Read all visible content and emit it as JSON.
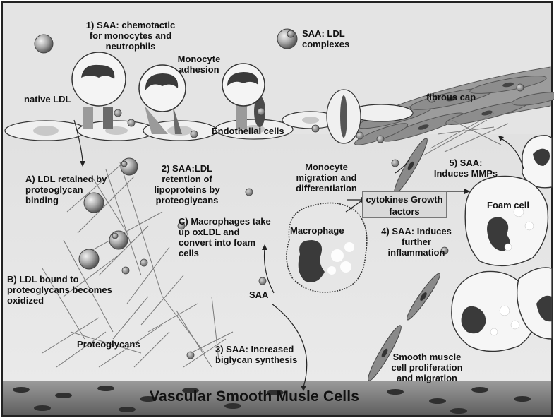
{
  "labels": {
    "saa_chemotactic": "1) SAA: chemotactic\nfor monocytes and\nneutrophils",
    "saa_ldl_complexes": "SAA: LDL\ncomplexes",
    "monocyte_adhesion": "Monocyte\nadhesion",
    "native_ldl": "native LDL",
    "fibrous_cap": "fibrous cap",
    "endothelial_cells": "Endothelial cells",
    "ldl_retained": "A) LDL retained by\nproteoglycan\nbinding",
    "saa_ldl_retention": "2) SAA:LDL\nretention of\nlipoproteins by\nproteoglycans",
    "monocyte_migration": "Monocyte\nmigration and\ndifferentiation",
    "saa_mmps": "5) SAA:\nInduces MMPs",
    "cytokines_box": "cytokines\nGrowth factors",
    "foam_cell": "Foam cell",
    "macrophages_take_up": "C) Macrophages take\nup oxLDL and\nconvert into foam\ncells",
    "macrophage": "Macrophage",
    "saa_further_inflammation": "4) SAA: Induces\nfurther\ninflammation",
    "ldl_oxidized": "B) LDL bound to\nproteoglycans becomes\noxidized",
    "saa": "SAA",
    "proteoglycans": "Proteoglycans",
    "saa_biglycan": "3) SAA: Increased\nbiglycan synthesis",
    "smooth_muscle_prolif": "Smooth muscle\ncell proliferation\nand migration",
    "vascular_smc": "Vascular Smooth Musle Cells"
  },
  "colors": {
    "background": "#e8e8e8",
    "cell_fill": "#f4f4f4",
    "nucleus": "#3a3a3a",
    "particle": "#9a9a9a",
    "ldl_sphere": "#8c8c8c",
    "fiber": "#7a7a7a",
    "border": "#222222"
  }
}
